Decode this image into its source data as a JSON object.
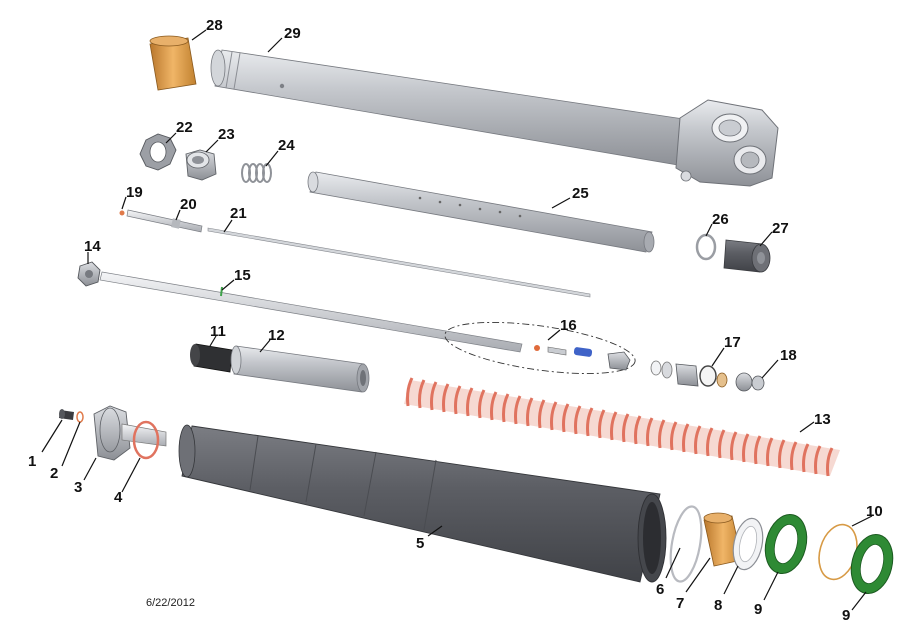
{
  "date": "6/22/2012",
  "callouts": {
    "n1": "1",
    "n2": "2",
    "n3": "3",
    "n4": "4",
    "n5": "5",
    "n6": "6",
    "n7": "7",
    "n8": "8",
    "n9a": "9",
    "n9b": "9",
    "n10": "10",
    "n11": "11",
    "n12": "12",
    "n13": "13",
    "n14": "14",
    "n15": "15",
    "n16": "16",
    "n17": "17",
    "n18": "18",
    "n19": "19",
    "n20": "20",
    "n21": "21",
    "n22": "22",
    "n23": "23",
    "n24": "24",
    "n25": "25",
    "n26": "26",
    "n27": "27",
    "n28": "28",
    "n29": "29"
  },
  "colors": {
    "gray_tube": "#b9bcc2",
    "dark_tube": "#5e6066",
    "bronze": "#d79a45",
    "spring": "#e0735f",
    "seal_green": "#2e8a34",
    "blue_part": "#3f63c8"
  }
}
